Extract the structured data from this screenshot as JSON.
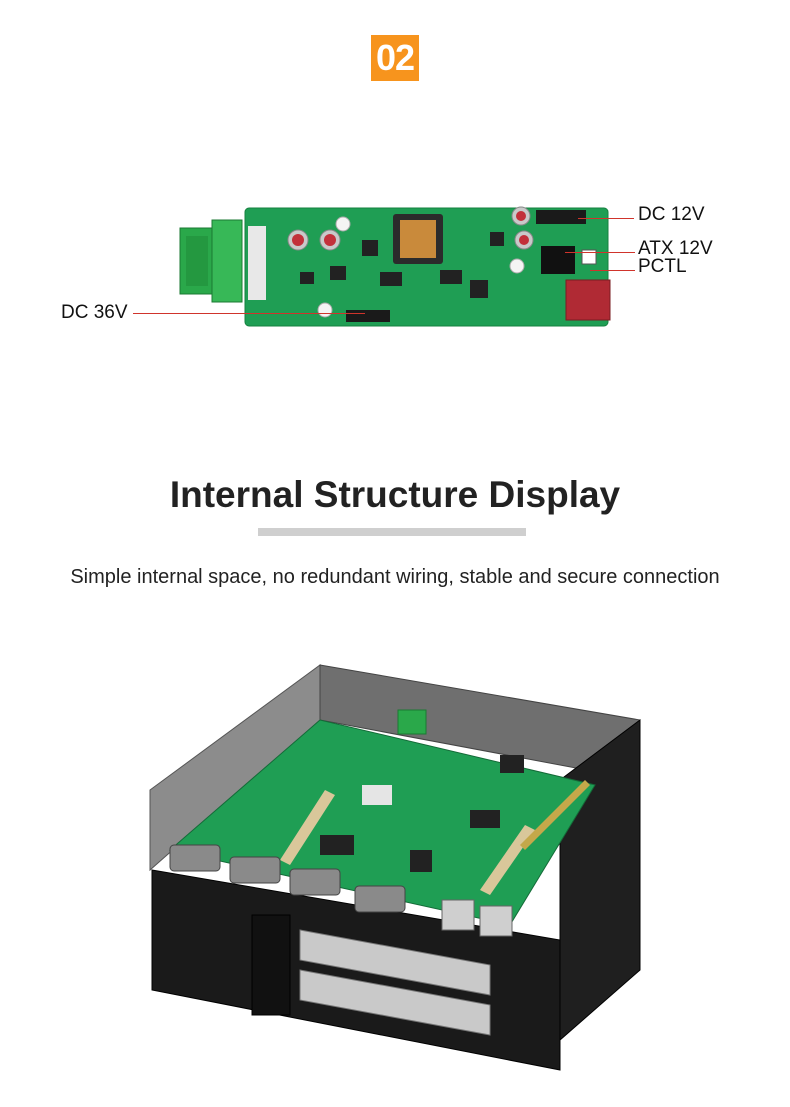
{
  "section": {
    "number": "02"
  },
  "board": {
    "callouts": {
      "dc12v": "DC 12V",
      "atx12v": "ATX 12V",
      "pctl": "PCTL",
      "dc36v": "DC 36V"
    }
  },
  "heading": {
    "title": "Internal Structure Display",
    "subtitle": "Simple internal space, no redundant wiring, stable and secure connection"
  },
  "colors": {
    "accent": "#f7941d",
    "pcb": "#1f9e54",
    "leader": "#d0342c"
  }
}
